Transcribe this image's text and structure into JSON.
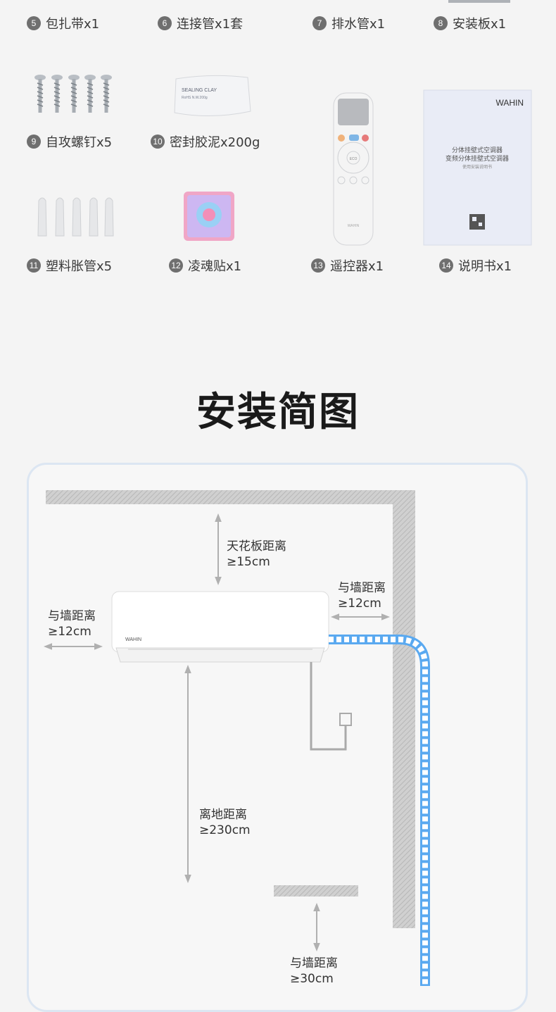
{
  "accessories": [
    {
      "num": "5",
      "label": "包扎带x1"
    },
    {
      "num": "6",
      "label": "连接管x1套"
    },
    {
      "num": "7",
      "label": "排水管x1"
    },
    {
      "num": "8",
      "label": "安装板x1"
    },
    {
      "num": "9",
      "label": "自攻螺钉x5"
    },
    {
      "num": "10",
      "label": "密封胶泥x200g"
    },
    {
      "num": "11",
      "label": "塑料胀管x5"
    },
    {
      "num": "12",
      "label": "凌魂贴x1"
    },
    {
      "num": "13",
      "label": "遥控器x1"
    },
    {
      "num": "14",
      "label": "说明书x1"
    }
  ],
  "sealing_clay": {
    "line1": "SEALING CLAY",
    "line2": "RoHS    N.W.200g"
  },
  "manual": {
    "brand": "WAHIN",
    "line1": "分体挂壁式空调器",
    "line2": "变频分体挂壁式空调器",
    "line3": "使用安装说明书"
  },
  "remote": {
    "brand": "WAHIN",
    "center": "ECO"
  },
  "section_title": "安装简图",
  "diagram": {
    "unit_brand": "WAHIN",
    "ceiling": {
      "line1": "天花板距离",
      "line2": "≥15cm"
    },
    "right_wall": {
      "line1": "与墙距离",
      "line2": "≥12cm"
    },
    "left_wall": {
      "line1": "与墙距离",
      "line2": "≥12cm"
    },
    "floor": {
      "line1": "离地距离",
      "line2": "≥230cm"
    },
    "front": {
      "line1": "与墙距离",
      "line2": "≥30cm"
    }
  }
}
